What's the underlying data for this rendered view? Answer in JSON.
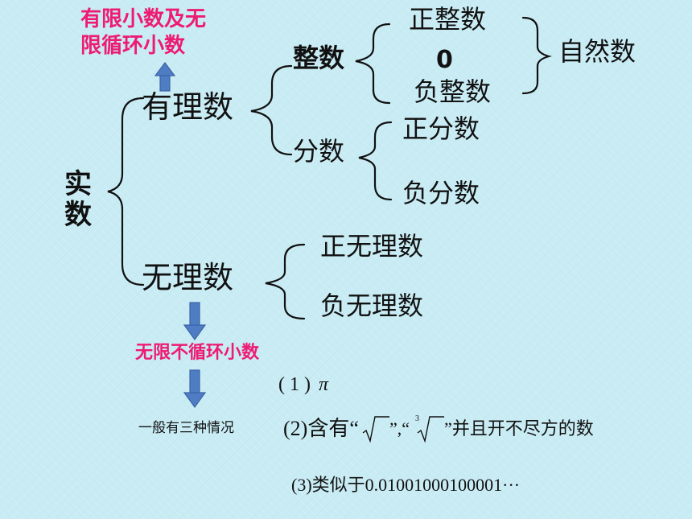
{
  "note_top": "有限小数及无限循环小数",
  "note_top_line1": "有限小数及无",
  "note_top_line2": "限循环小数",
  "real": "实数",
  "real_c1": "实",
  "real_c2": "数",
  "rational": "有理数",
  "irrational": "无理数",
  "integer": "整数",
  "fraction": "分数",
  "pos_int": "正整数",
  "zero": "0",
  "neg_int": "负整数",
  "natural": "自然数",
  "pos_frac": "正分数",
  "neg_frac": "负分数",
  "pos_irr": "正无理数",
  "neg_irr": "负无理数",
  "note_bottom": "无限不循环小数",
  "cases_label": "一般有三种情况",
  "case1": "(1) π",
  "case1_num": "( 1 )",
  "case1_pi": "π",
  "case2_prefix": "(2)含有“",
  "case2_mid": "”,“",
  "case2_root_index": "3",
  "case2_suffix": "”并且开不尽方的数",
  "case3": "(3)类似于0.01001000100001···"
}
